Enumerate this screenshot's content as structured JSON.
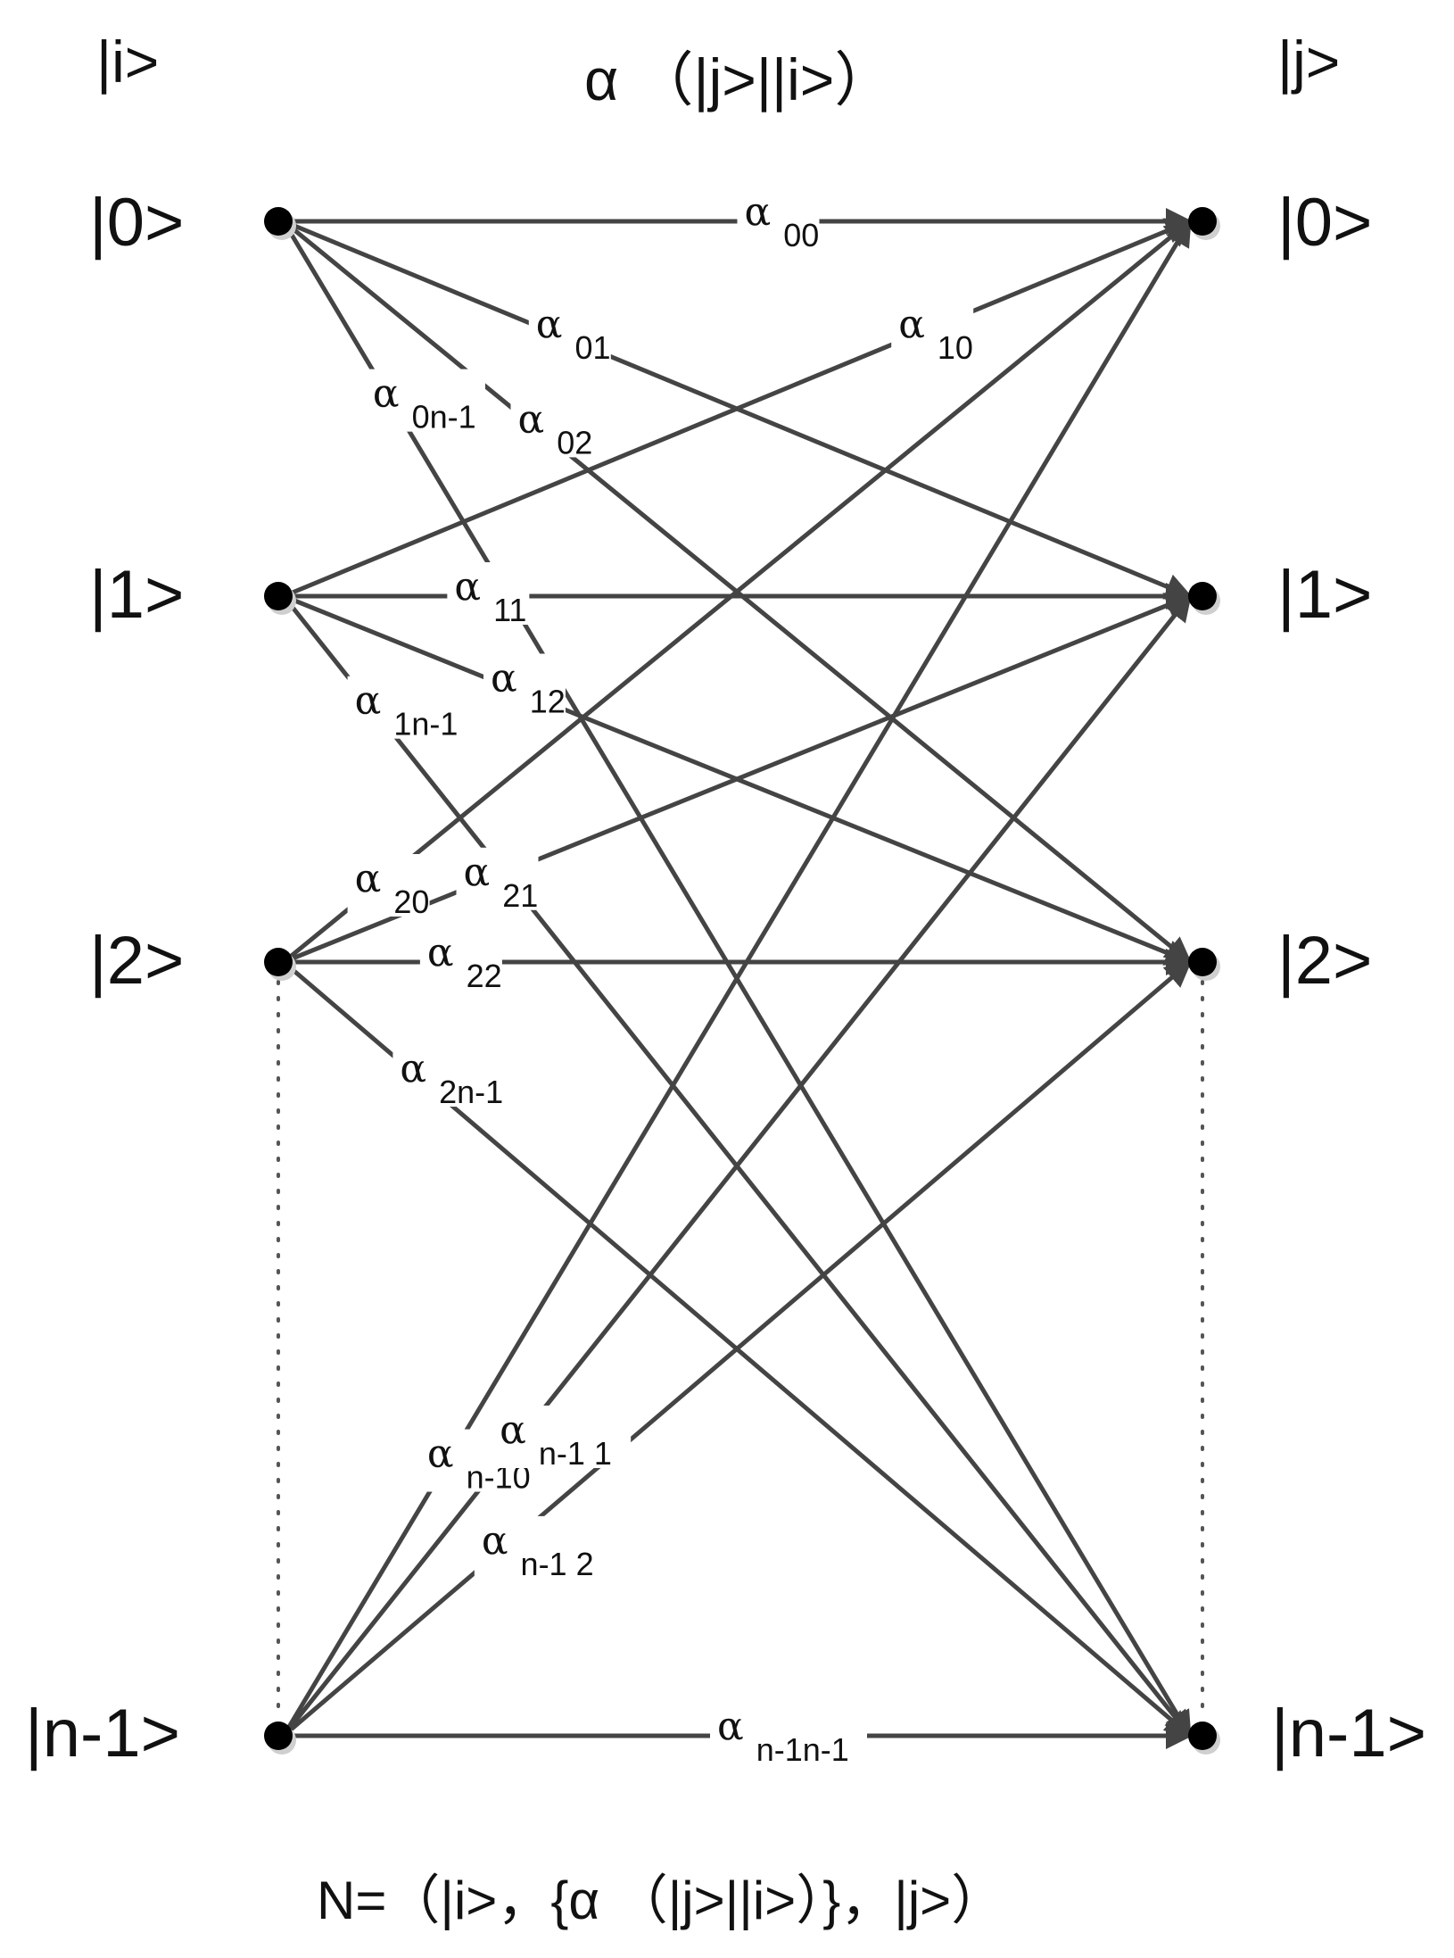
{
  "headers": {
    "left": "|i>",
    "center": "α （|j>||i>）",
    "right": "|j>"
  },
  "left_states": [
    "|0>",
    "|1>",
    "|2>",
    "|n-1>"
  ],
  "right_states": [
    "|0>",
    "|1>",
    "|2>",
    "|n-1>"
  ],
  "weight_symbol": "α",
  "edges": [
    {
      "from": 0,
      "to": 0,
      "sub": "00"
    },
    {
      "from": 0,
      "to": 1,
      "sub": "01"
    },
    {
      "from": 0,
      "to": 2,
      "sub": "02"
    },
    {
      "from": 0,
      "to": 3,
      "sub": "0n-1"
    },
    {
      "from": 1,
      "to": 0,
      "sub": "10"
    },
    {
      "from": 1,
      "to": 1,
      "sub": "11"
    },
    {
      "from": 1,
      "to": 2,
      "sub": "12"
    },
    {
      "from": 1,
      "to": 3,
      "sub": "1n-1"
    },
    {
      "from": 2,
      "to": 0,
      "sub": "20"
    },
    {
      "from": 2,
      "to": 1,
      "sub": "21"
    },
    {
      "from": 2,
      "to": 2,
      "sub": "22"
    },
    {
      "from": 2,
      "to": 3,
      "sub": "2n-1"
    },
    {
      "from": 3,
      "to": 0,
      "sub": "n-10"
    },
    {
      "from": 3,
      "to": 1,
      "sub": "n-1 1"
    },
    {
      "from": 3,
      "to": 2,
      "sub": "n-1 2"
    },
    {
      "from": 3,
      "to": 3,
      "sub": "n-1n-1"
    }
  ],
  "formula": "N=（|i>，{α （|j>||i>）}，|j>）"
}
